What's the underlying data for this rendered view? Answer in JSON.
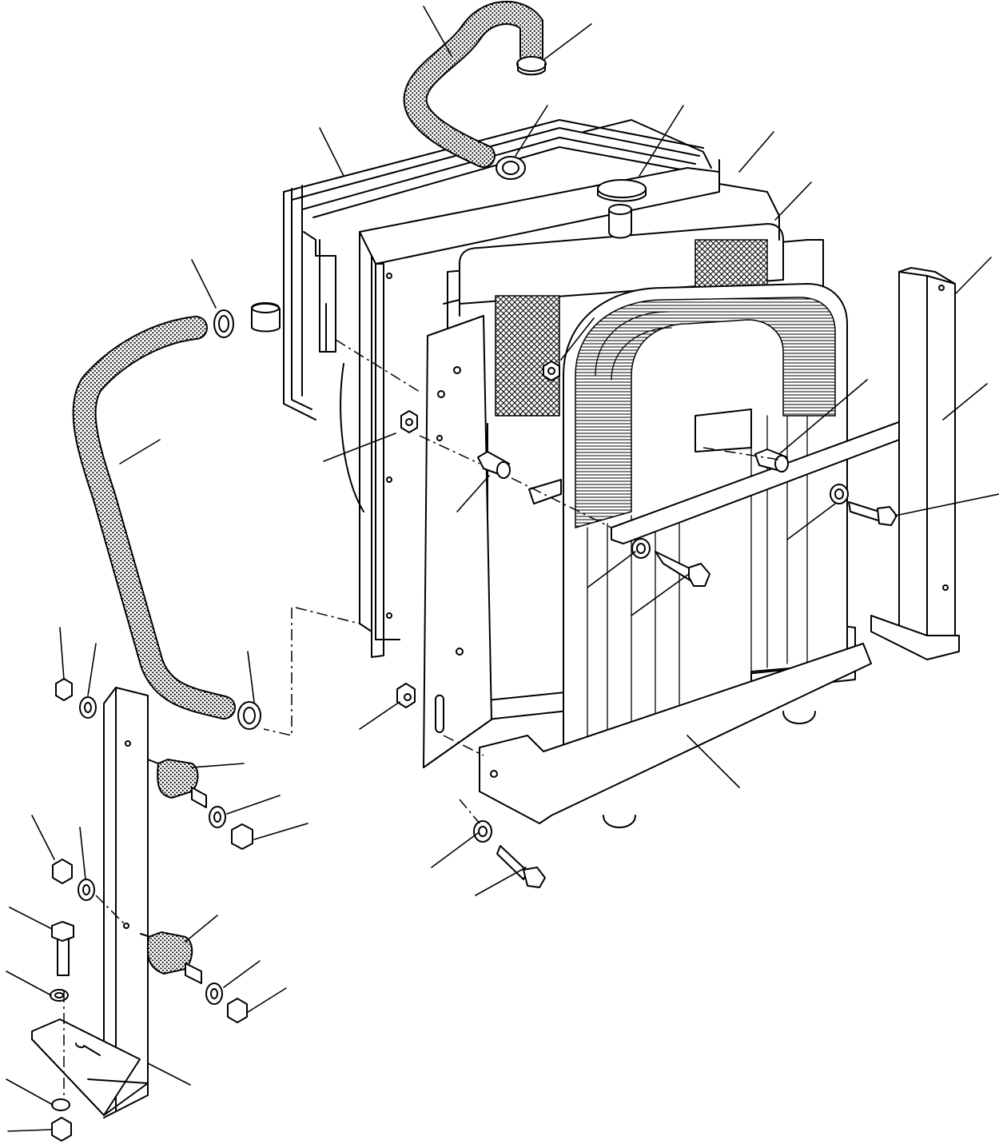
{
  "diagram": {
    "text_labels": [],
    "parts": [
      {
        "name": "upper-hose",
        "kind": "hose"
      },
      {
        "name": "lower-hose",
        "kind": "hose"
      },
      {
        "name": "hose-clamp",
        "kind": "clamp"
      },
      {
        "name": "radiator-cap",
        "kind": "cap"
      },
      {
        "name": "radiator-core",
        "kind": "core"
      },
      {
        "name": "oil-cooler",
        "kind": "cooler"
      },
      {
        "name": "fan-shroud",
        "kind": "shroud"
      },
      {
        "name": "fan-guard",
        "kind": "guard"
      },
      {
        "name": "side-bracket",
        "kind": "bracket"
      },
      {
        "name": "support-post",
        "kind": "post"
      },
      {
        "name": "rubber-mount",
        "kind": "mount"
      },
      {
        "name": "spacer",
        "kind": "spacer"
      },
      {
        "name": "stay-bar",
        "kind": "bar"
      },
      {
        "name": "bolt",
        "kind": "fastener"
      },
      {
        "name": "nut",
        "kind": "fastener"
      },
      {
        "name": "washer",
        "kind": "fastener"
      }
    ]
  }
}
